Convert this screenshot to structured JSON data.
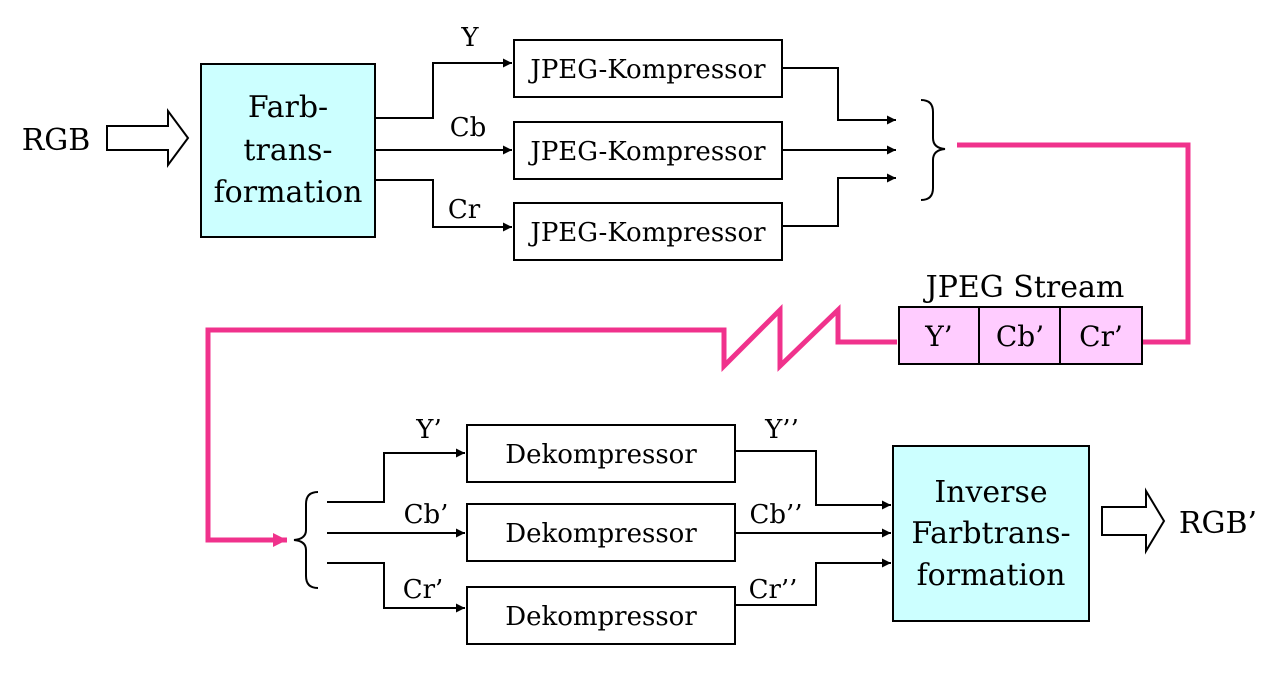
{
  "input_label": "RGB",
  "output_label": "RGB’",
  "farb_block": {
    "line1": "Farb-",
    "line2": "trans-",
    "line3": "formation"
  },
  "compressors": {
    "label": "JPEG-Kompressor"
  },
  "channels_in": {
    "y": "Y",
    "cb": "Cb",
    "cr": "Cr"
  },
  "stream": {
    "title": "JPEG Stream",
    "cells": [
      "Y’",
      "Cb’",
      "Cr’"
    ]
  },
  "decompressors": {
    "label": "Dekompressor"
  },
  "channels_dec_in": {
    "y": "Y’",
    "cb": "Cb’",
    "cr": "Cr’"
  },
  "channels_dec_out": {
    "y": "Y’’",
    "cb": "Cb’’",
    "cr": "Cr’’"
  },
  "inverse_block": {
    "line1": "Inverse",
    "line2": "Farbtrans-",
    "line3": "formation"
  },
  "colors": {
    "cyan_fill": "#ccffff",
    "pink_fill": "#ffccff",
    "pink_line": "#f0328c"
  }
}
